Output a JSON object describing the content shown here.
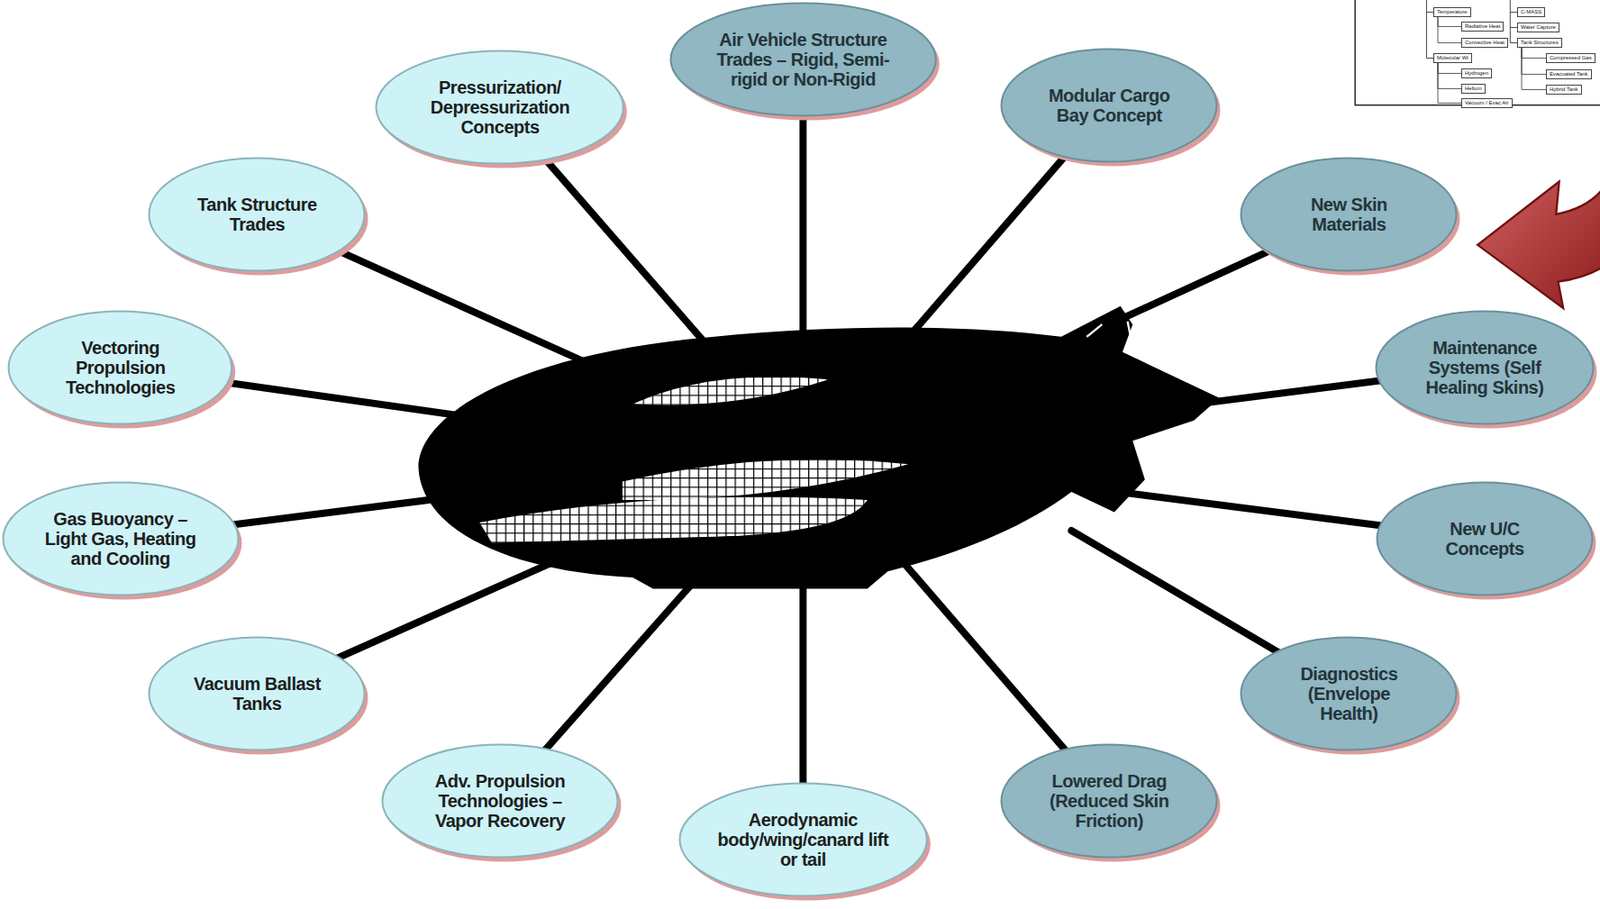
{
  "diagram": {
    "nodes": [
      {
        "text": [
          "Air Vehicle Structure Trades – Rigid, Semi-rigid or Non-Rigid"
        ]
      },
      {
        "text": [
          "Pressurization/ Depressurization Concepts"
        ]
      },
      {
        "text": [
          "Modular Cargo Bay Concept"
        ]
      },
      {
        "text": [
          "Tank Structure Trades"
        ]
      },
      {
        "text": [
          "New Skin Materials"
        ]
      },
      {
        "text": [
          "Vectoring Propulsion Technologies"
        ]
      },
      {
        "text": [
          "Maintenance Systems (Self Healing Skins)"
        ]
      },
      {
        "text": [
          "Gas Buoyancy – Light Gas, Heating and Cooling"
        ]
      },
      {
        "text": [
          "New U/C Concepts"
        ]
      },
      {
        "text": [
          "Vacuum Ballast Tanks"
        ]
      },
      {
        "text": [
          "Diagnostics (Envelope Health)"
        ]
      },
      {
        "text": [
          "Adv. Propulsion Technologies – Vapor Recovery"
        ]
      },
      {
        "text": [
          "Lowered Drag (Reduced Skin Friction)"
        ]
      },
      {
        "text": [
          "Aerodynamic body/wing/canard lift or tail"
        ]
      },
      {
        "text": [
          "Temperature"
        ]
      },
      {
        "text": [
          "Radiative Heat"
        ]
      },
      {
        "text": [
          "Convective Heat"
        ]
      },
      {
        "text": [
          "Molecular Wt"
        ]
      },
      {
        "text": [
          "Hydrogen"
        ]
      },
      {
        "text": [
          "Helium"
        ]
      },
      {
        "text": [
          "Vacuum / Evac Air"
        ]
      },
      {
        "text": [
          "C-MASS"
        ]
      },
      {
        "text": [
          "Water Capture"
        ]
      },
      {
        "text": [
          "Tank Structures"
        ]
      },
      {
        "text": [
          "Compressed Gas"
        ]
      },
      {
        "text": [
          "Evacuated Tank"
        ]
      },
      {
        "text": [
          "Hybrid Tank"
        ]
      }
    ],
    "edges": [
      {
        "from": 14,
        "to": 15,
        "arrow": "none"
      },
      {
        "from": 14,
        "to": 16,
        "arrow": "none"
      },
      {
        "from": 17,
        "to": 18,
        "arrow": "none"
      },
      {
        "from": 17,
        "to": 19,
        "arrow": "none"
      },
      {
        "from": 17,
        "to": 20,
        "arrow": "none"
      },
      {
        "from": 23,
        "to": 24,
        "arrow": "none"
      },
      {
        "from": 23,
        "to": 25,
        "arrow": "none"
      },
      {
        "from": 23,
        "to": 26,
        "arrow": "none"
      }
    ]
  }
}
